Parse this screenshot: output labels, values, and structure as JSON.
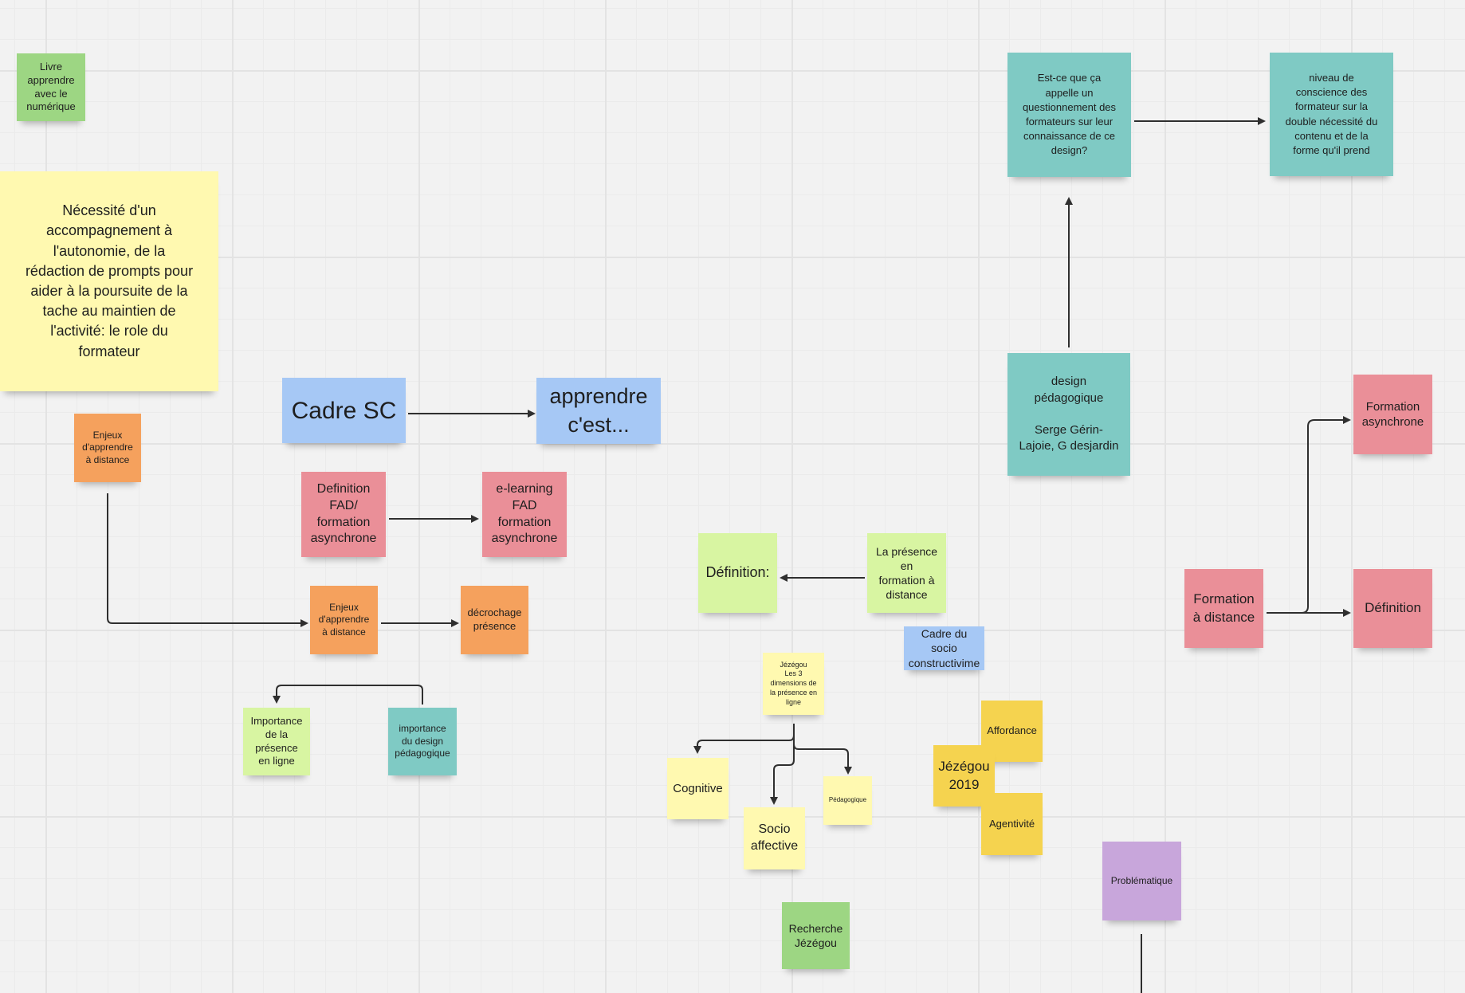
{
  "board": {
    "notes": {
      "livre": "Livre\napprendre\navec le\nnumérique",
      "necessite": "Nécessité d'un\naccompagnement à\nl'autonomie, de la\nrédaction de prompts pour\naider à la poursuite de la\ntache au maintien de\nl'activité: le role du\nformateur",
      "enjeux1": "Enjeux\nd'apprendre\nà distance",
      "cadre_sc": "Cadre SC",
      "apprendre": "apprendre\nc'est...",
      "definition_fad": "Definition\nFAD/\nformation\nasynchrone",
      "elearning": "e-learning\nFAD\nformation\nasynchrone",
      "enjeux2": "Enjeux\nd'apprendre\nà distance",
      "decrochage": "décrochage\nprésence",
      "importance_presence": "Importance\nde la\nprésence\nen ligne",
      "importance_design": "importance\ndu design\npédagogique",
      "definition_presence": "Définition:",
      "presence_formation": "La présence\nen\nformation à\ndistance",
      "cadre_socio": "Cadre du socio\nconstructivime",
      "jezegou_dimensions": "Jézégou\nLes 3\ndimensions de\nla présence en\nligne",
      "cognitive": "Cognitive",
      "socio_affective": "Socio\naffective",
      "pedagogique": "Pédagogique",
      "recherche_jezegou": "Recherche\nJézégou",
      "affordance": "Affordance",
      "jezegou_2019": "Jézégou\n2019",
      "agentivite": "Agentivité",
      "problematique": "Problématique",
      "questionnement": "Est-ce que ça\nappelle un\nquestionnement des\nformateurs sur leur\nconnaissance de ce\ndesign?",
      "niveau_conscience": "niveau de\nconscience des\nformateur sur la\ndouble nécessité du\ncontenu et de la\nforme qu'il prend",
      "design_pedagogique": "design\npédagogique\n\nSerge Gérin-\nLajoie, G desjardin",
      "formation_asynchrone": "Formation\nasynchrone",
      "formation_distance": "Formation\nà distance",
      "definition_right": "Définition"
    }
  },
  "colors": {
    "yellow": "#fff9b0",
    "gold": "#f5d34f",
    "orange": "#f5a15d",
    "pink": "#ea8f98",
    "blue": "#a6c8f5",
    "green": "#9dd683",
    "lime": "#d8f5a2",
    "teal": "#7fcac4",
    "purple": "#c8a6db",
    "connector": "#2f2f2f"
  }
}
